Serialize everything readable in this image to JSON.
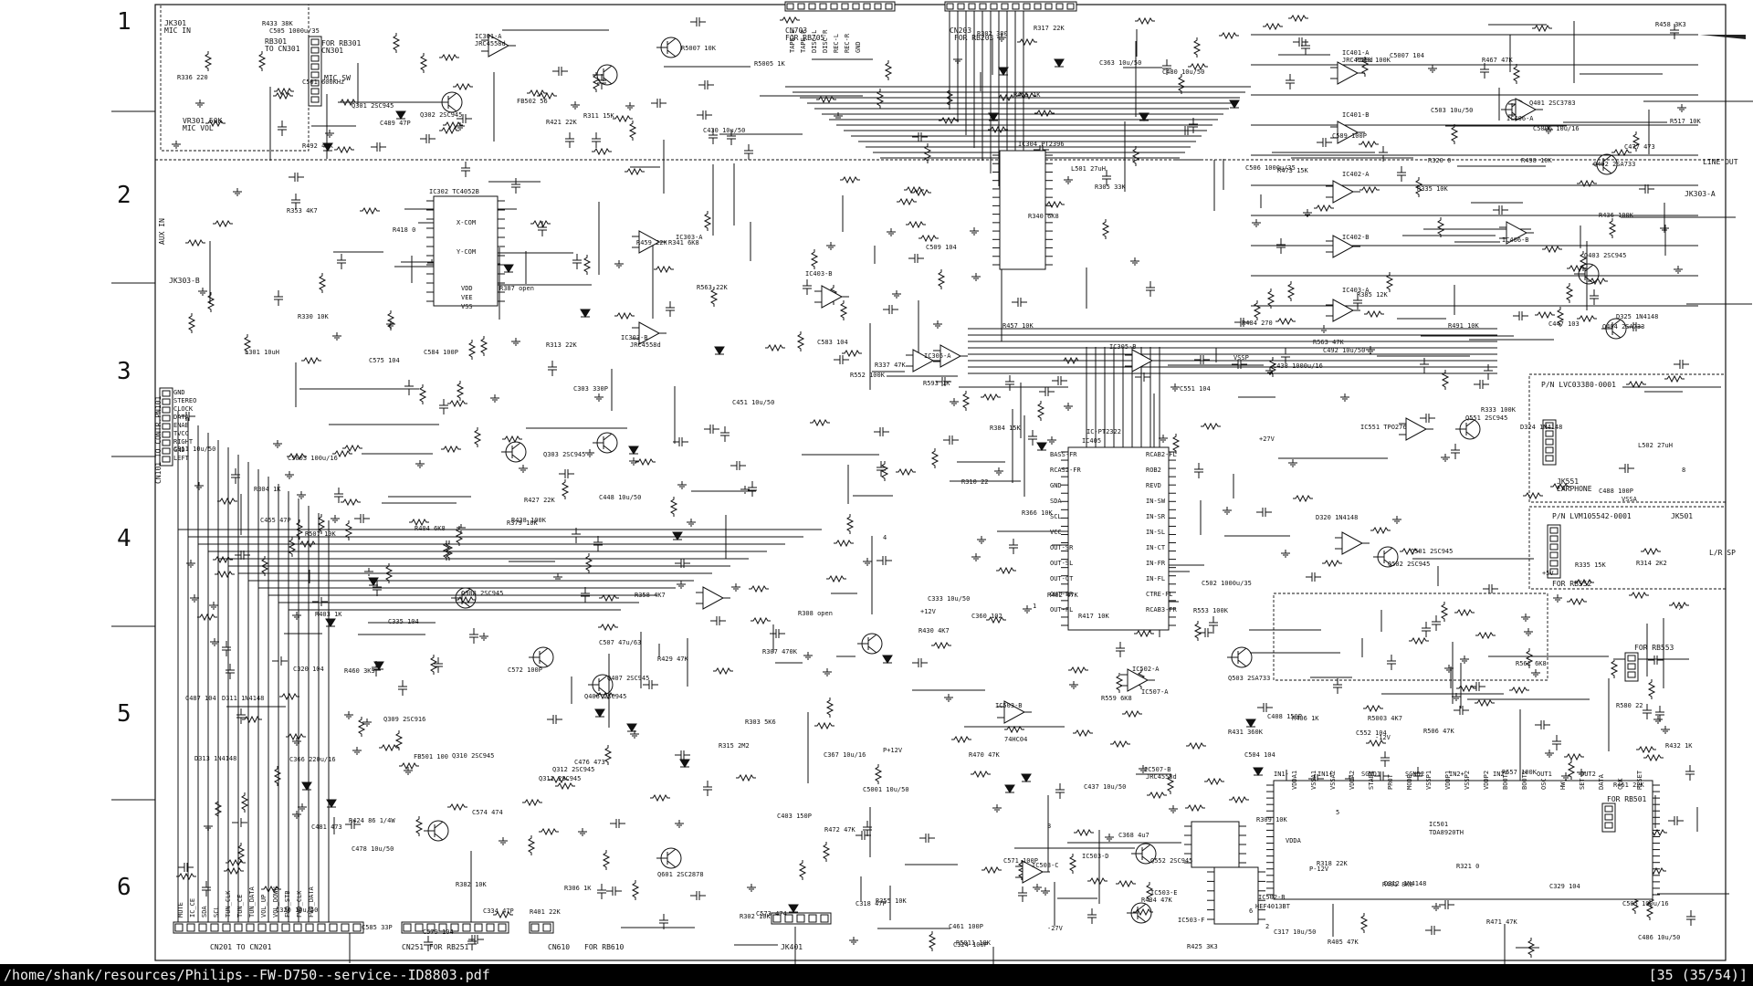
{
  "status": {
    "path": "/home/shank/resources/Philips--FW-D750--service--ID8803.pdf",
    "page": "[35 (35/54)]"
  },
  "rows": [
    "1",
    "2",
    "3",
    "4",
    "5",
    "6"
  ],
  "connector_labels": [
    "JK301",
    "MIC IN",
    "RB301",
    "TO CN301",
    "VR301 50K",
    "MIC VOL",
    "FOR RB301",
    "CN301",
    "MIC SW",
    "CN703",
    "FOR RB705",
    "CN203",
    "FOR RB203",
    "AUX IN",
    "JK303-B",
    "CN101 TO CONTR.PN101",
    "JK551",
    "EARPHONE",
    "P/N LVC03380-0001",
    "P/N LVM105542-0001",
    "JK501",
    "L/R SP",
    "FOR RB552",
    "FOR RB553",
    "FOR RB501",
    "JK303-A",
    "LINE OUT",
    "CN251",
    "FOR RB251",
    "CN201 TO CN201",
    "CN610",
    "FOR RB610",
    "JK401"
  ],
  "ic_labels": [
    "IC301-A",
    "JRC4558d",
    "IC302 TC4052B",
    "X-COM",
    "Y-COM",
    "VDD",
    "VEE",
    "VSS",
    "IC303-A",
    "IC303-B",
    "JRC4558d",
    "IC403-B",
    "IC304 PT2396",
    "IC305-A",
    "IC305-B",
    "IC401-A",
    "JRC4558d",
    "IC401-B",
    "IC402-A",
    "IC402-B",
    "IC403-A",
    "IC406-A",
    "IC406-B",
    "IC-PT2322",
    "IC405",
    "IC551 TPO276",
    "IC501",
    "TDA8920TH",
    "IC502-A",
    "IC503-B",
    "74HC04",
    "IC503-C",
    "IC503-D",
    "IC503-E",
    "IC503-F",
    "IC507-A",
    "IC507-B",
    "JRC4558d",
    "IC502-B",
    "HEF4013BT"
  ],
  "transistor_labels": [
    "Q301 2SC945",
    "Q302 2SC945",
    "Q303 2SC945",
    "Q308 2SC945",
    "Q309 2SC916",
    "Q310 2SC945",
    "Q311 2SC945",
    "Q312 2SC945",
    "Q401 2SC3783",
    "Q402 2SA733",
    "Q403 2SC945",
    "Q404 2SA733",
    "Q406 2SC945",
    "Q407 2SC945",
    "Q501 2SC945",
    "Q502 2SC945",
    "Q503 2SA733",
    "Q551 2SC945",
    "Q552 2SC945",
    "Q601 2SC2878"
  ],
  "part_labels": [
    "R303 5K6",
    "R304 1K",
    "C303 330P",
    "C324 100P",
    "R302 380",
    "L301 10uH",
    "R305 33K",
    "R306 1K",
    "R307 470K",
    "C311 10u/50",
    "R308 open",
    "R401 8K8",
    "R402 47K",
    "R403 1K",
    "C403 150P",
    "R404 6K8",
    "R405 47K",
    "R406 1K",
    "C408 150P",
    "R429 47K",
    "C455 47P",
    "R436 100K",
    "R430 4K7",
    "R434 47K",
    "R431 360K",
    "R432 1K",
    "R433 38K",
    "R438 100K",
    "C461 100P",
    "R417 10K",
    "R418 0",
    "R387 open",
    "R318 22K",
    "R317 22K",
    "R330 10K",
    "C318 47P",
    "R337 47K",
    "C320 10u/50",
    "R333 100K",
    "R335 10K",
    "R336 220",
    "C317 10u/50",
    "C320 104",
    "R340 6K8",
    "R341 6K8",
    "R320 0",
    "R321 0",
    "C430 10u/50",
    "R421 22K",
    "C437 10u/50",
    "R424 86 1/4W",
    "C438 1000u/16",
    "R425 3K3",
    "R353 4K7",
    "R355 10K",
    "C329 104",
    "C333 10u/50",
    "R358 4K7",
    "R460 3K3",
    "R461 22K",
    "R457 10K",
    "C481 473",
    "C480 10u/50",
    "C492 10u/50",
    "R498 10K",
    "D311 1N4148",
    "D312 1N4148",
    "D313 1N4148",
    "D320 1N4148",
    "D324 1N4148",
    "D325 1N4148",
    "C334 47P",
    "C335 104",
    "R379 10K",
    "R382 10K",
    "R384 15K",
    "C360 102",
    "R385 12K",
    "C368 4u7",
    "C451 10u/50",
    "C447 103",
    "R427 22K",
    "C448 10u/50",
    "R5007 10K",
    "R5005 1K",
    "C5006 10u/16",
    "C5001 10u/50",
    "C5003 100u/16",
    "C551 104",
    "C552 104",
    "R5003 4K7",
    "C5007 104",
    "R517 10K",
    "FB501 100",
    "C505 1000u/35",
    "C506 1000u/35",
    "FB502 56",
    "C507 47u/63",
    "R518 100K",
    "L501 27uH",
    "L502 27uH",
    "C503 10u/50",
    "C505 100u/16",
    "R553 100K",
    "R552 100K",
    "C584 100P",
    "C585 33P",
    "C501 600KHz",
    "R559 6K8",
    "R557 100K",
    "C589 100P",
    "C583 104",
    "R561 6K8",
    "C502 1000u/35",
    "R580 22",
    "R302 10K",
    "R309 10K",
    "R310 22",
    "R313 22K",
    "C363 10u/50",
    "R335 15K",
    "R366 10K",
    "C366 220u/16",
    "C367 10u/16",
    "R311 15K",
    "R314 2K2",
    "R315 2M2",
    "R458 3K3",
    "R459 22K",
    "R467 47K",
    "C477 473",
    "C478 10u/50",
    "R492 47K",
    "C486 10u/50",
    "C487 104",
    "R491 10K",
    "C476 473",
    "R401 22K",
    "R484 270",
    "C489 47P",
    "R472 47K",
    "C488 100P",
    "R473 15K",
    "R471 47K",
    "R470 47K",
    "R455 1K",
    "R507 10K",
    "C509 104",
    "R506 47K",
    "C504 104",
    "R563 47K",
    "C571 100P",
    "C572 100P",
    "C573 474",
    "C574 474",
    "R563 22K",
    "C579 104",
    "R593 1K",
    "C575 104",
    "R5011 10K"
  ],
  "pin_labels": [
    "GND",
    "STEREO",
    "CLOCK",
    "DATA",
    "ENAB",
    "TVCC",
    "RIGHT",
    "GND",
    "LEFT",
    "BASS-FR",
    "RCAS2-FR",
    "GND",
    "SDA",
    "SCL",
    "VCC",
    "OUT-SR",
    "OUT-SL",
    "OUT-CT",
    "OUT-FR",
    "OUT-FL",
    "RCAB2-FL",
    "ROB2",
    "REVD",
    "IN-SW",
    "IN-SR",
    "IN-SL",
    "IN-CT",
    "IN-FR",
    "IN-FL",
    "CTRE-FL",
    "RCAB3-FR",
    "IN1-",
    "IN1+",
    "SGND1",
    "SGND2",
    "IN2+",
    "IN2-",
    "OUT1",
    "OUT2",
    "VDDA1",
    "VSSA1",
    "VSSA2",
    "VDDA2",
    "STABI",
    "PROT",
    "MODE",
    "VSSP1",
    "VDDP1",
    "VSSP2",
    "VDDP2",
    "BOOT1",
    "BOOT2",
    "OSC",
    "HW",
    "SET",
    "DATA",
    "CLK",
    "RESET",
    "+12V",
    "-12V",
    "P+12V",
    "P-12V",
    "+5V",
    "+27V",
    "-27V",
    "VSSP",
    "VDDA",
    "VSSA",
    "1",
    "2",
    "3",
    "4",
    "5",
    "6",
    "7",
    "8"
  ],
  "bus_labels": [
    "MUTE",
    "IC_CE",
    "SDA",
    "SCL",
    "TUN_CLK",
    "TUN_CE",
    "TUN_DATA",
    "VOL_UP",
    "VOL_DOWN",
    "FWD_STB",
    "FWD_CLK",
    "FWD_DATA",
    "TAPE-L",
    "TAPE-R",
    "DISC-L",
    "DISC-R",
    "REC-L",
    "REC-R",
    "GND"
  ]
}
